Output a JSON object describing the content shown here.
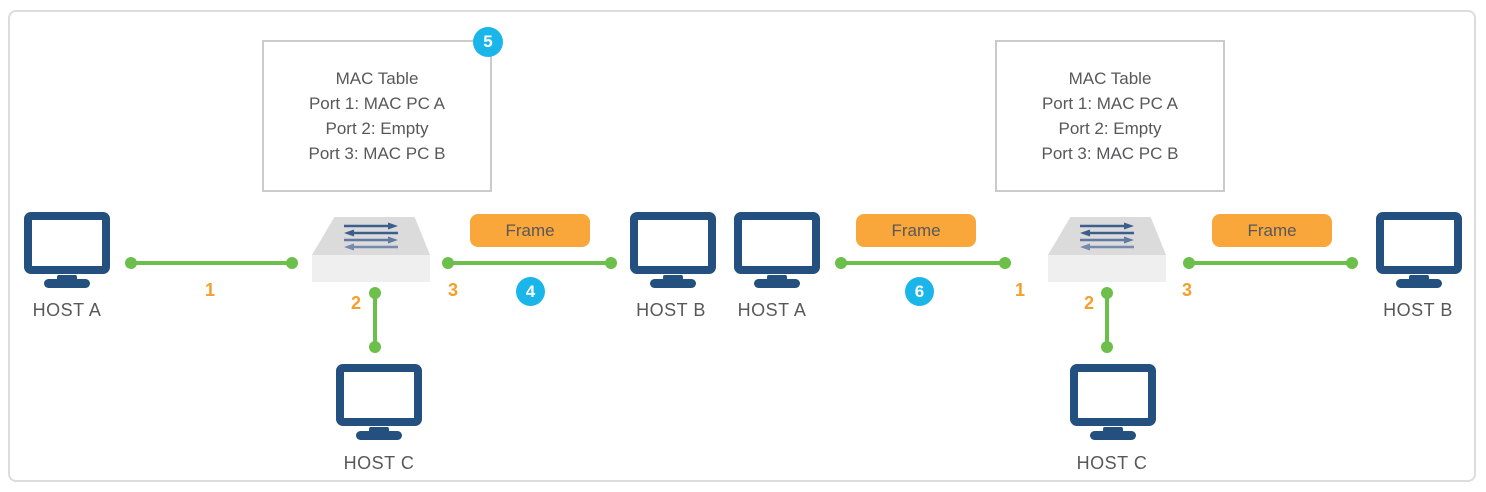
{
  "colors": {
    "host_blue": "#24507F",
    "link_green": "#6CBF4B",
    "frame_orange": "#F9A63A",
    "port_orange": "#F59F2B",
    "step_cyan": "#1BB6E9",
    "label_gray": "#58585A",
    "switch_gray": "#DBDBDB",
    "switch_arrow_blue": "#3C5E8E",
    "table_border_gray": "#CBCBCB"
  },
  "left": {
    "mac_table": {
      "title": "MAC Table",
      "rows": [
        "Port 1: MAC PC A",
        "Port 2: Empty",
        "Port 3: MAC PC B"
      ],
      "badge": "5"
    },
    "host_a_label": "HOST A",
    "host_b_label": "HOST B",
    "host_c_label": "HOST C",
    "port_1": "1",
    "port_2": "2",
    "port_3": "3",
    "frame_label": "Frame",
    "step_badge": "4"
  },
  "right": {
    "mac_table": {
      "title": "MAC Table",
      "rows": [
        "Port 1: MAC PC A",
        "Port 2: Empty",
        "Port 3: MAC PC B"
      ]
    },
    "host_a_label": "HOST A",
    "host_b_label": "HOST B",
    "host_c_label": "HOST C",
    "port_1": "1",
    "port_2": "2",
    "port_3": "3",
    "frame_label_incoming": "Frame",
    "frame_label_outgoing": "Frame",
    "step_badge": "6"
  }
}
